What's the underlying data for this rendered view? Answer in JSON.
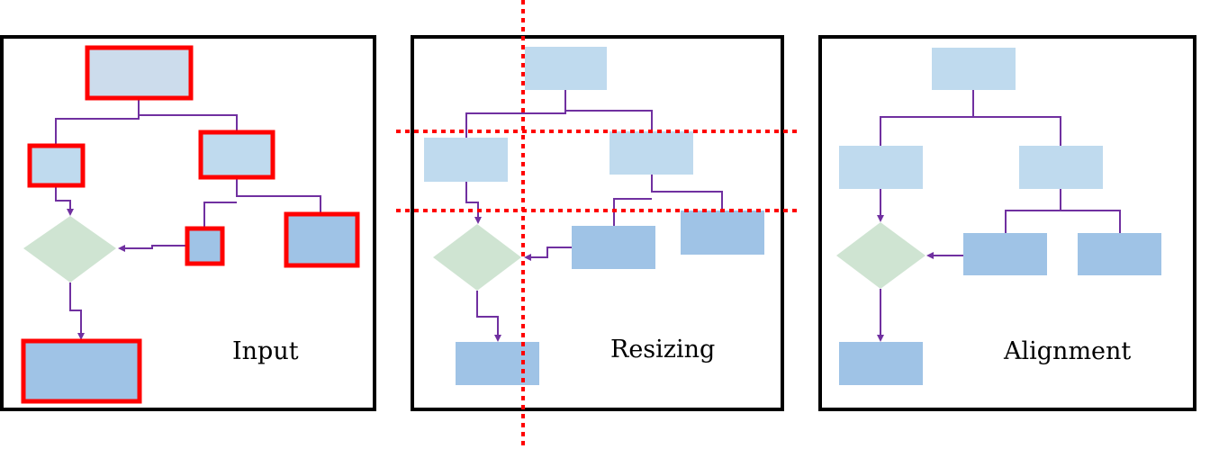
{
  "panels": [
    {
      "label": "Input"
    },
    {
      "label": "Resizing"
    },
    {
      "label": "Alignment"
    }
  ],
  "colors": {
    "selection_outline": "#ff0000",
    "connector": "#7030a0",
    "process_light": "#bfdaee",
    "process_dark": "#9fc3e6",
    "decision": "#cfe4d2",
    "guide_line": "#ff0000"
  }
}
